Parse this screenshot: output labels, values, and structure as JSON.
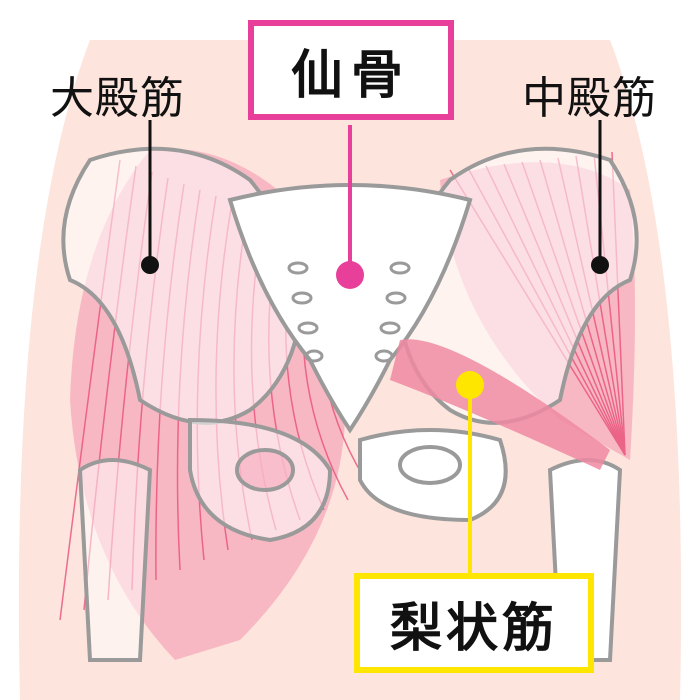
{
  "labels": {
    "gluteus_maximus": "大殿筋",
    "sacrum": "仙骨",
    "gluteus_medius": "中殿筋",
    "piriformis": "梨状筋"
  },
  "colors": {
    "skin": "#fde4dc",
    "muscle": "#f29bb0",
    "muscle_line": "#e8507a",
    "bone_stroke": "#9a9a9a",
    "sacrum_accent": "#e8409a",
    "piriformis_accent": "#ffe600"
  }
}
